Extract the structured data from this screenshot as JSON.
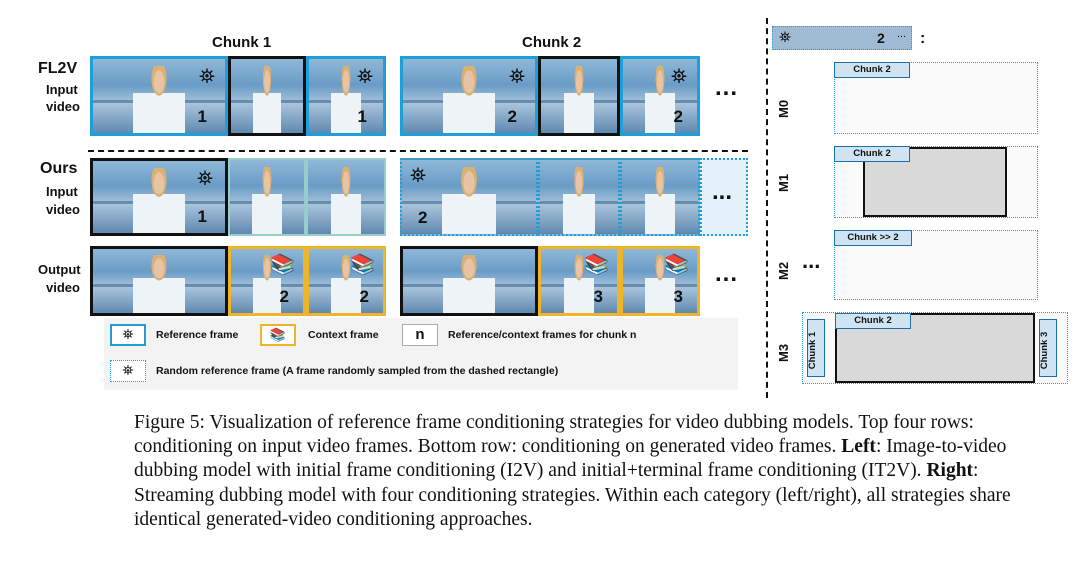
{
  "figure": {
    "chunk1_title": "Chunk 1",
    "chunk2_title": "Chunk 2",
    "rows": {
      "fl2v_title": "FL2V",
      "fl2v_sub1": "Input",
      "fl2v_sub2": "video",
      "ours_title": "Ours",
      "ours_sub1": "Input",
      "ours_sub2": "video",
      "output_sub1": "Output",
      "output_sub2": "video"
    },
    "ellipsis": "...",
    "frame_numbers": {
      "fl2v": [
        "1",
        "1",
        "2",
        "2"
      ],
      "ours_input": [
        "1",
        "2"
      ],
      "ours_output": [
        "2",
        "2",
        "3",
        "3"
      ]
    },
    "legend": {
      "reference": "Reference frame",
      "context": "Context frame",
      "n_symbol": "n",
      "n_desc": "Reference/context frames for chunk n",
      "random": "Random reference frame (A frame randomly sampled from the dashed rectangle)"
    },
    "right": {
      "top_number": "2",
      "top_dots": "...",
      "colon": ":",
      "m0": "M0",
      "m1": "M1",
      "m2": "M2",
      "m3": "M3",
      "m0_chunk": "Chunk 2",
      "m1_chunk": "Chunk 2",
      "m2_chunk": "Chunk >> 2",
      "m3_chunk": "Chunk 2",
      "m3_left": "Chunk 1",
      "m3_right": "Chunk 3",
      "m2_dots": "..."
    }
  },
  "caption": {
    "fig_label": "Figure 5:",
    "line1": "Visualization of reference frame conditioning strategies for video dubbing models. Top four rows: conditioning on input video frames. Bottom row: conditioning on generated video frames.",
    "left_bold": "Left",
    "left_text": ": Image-to-video dubbing model with initial frame conditioning (I2V) and initial+terminal frame conditioning (IT2V).",
    "right_bold": "Right",
    "right_text": ": Streaming dubbing model with four conditioning strategies. Within each category (left/right), all strategies share identical generated-video conditioning approaches."
  },
  "icons": {
    "reference": "binoculars-icon",
    "context": "book-stack-icon"
  },
  "colors": {
    "reference_border": "#1e9fd8",
    "context_border": "#f0b429",
    "black_border": "#111111",
    "gray_fill": "#d9d9d9"
  }
}
